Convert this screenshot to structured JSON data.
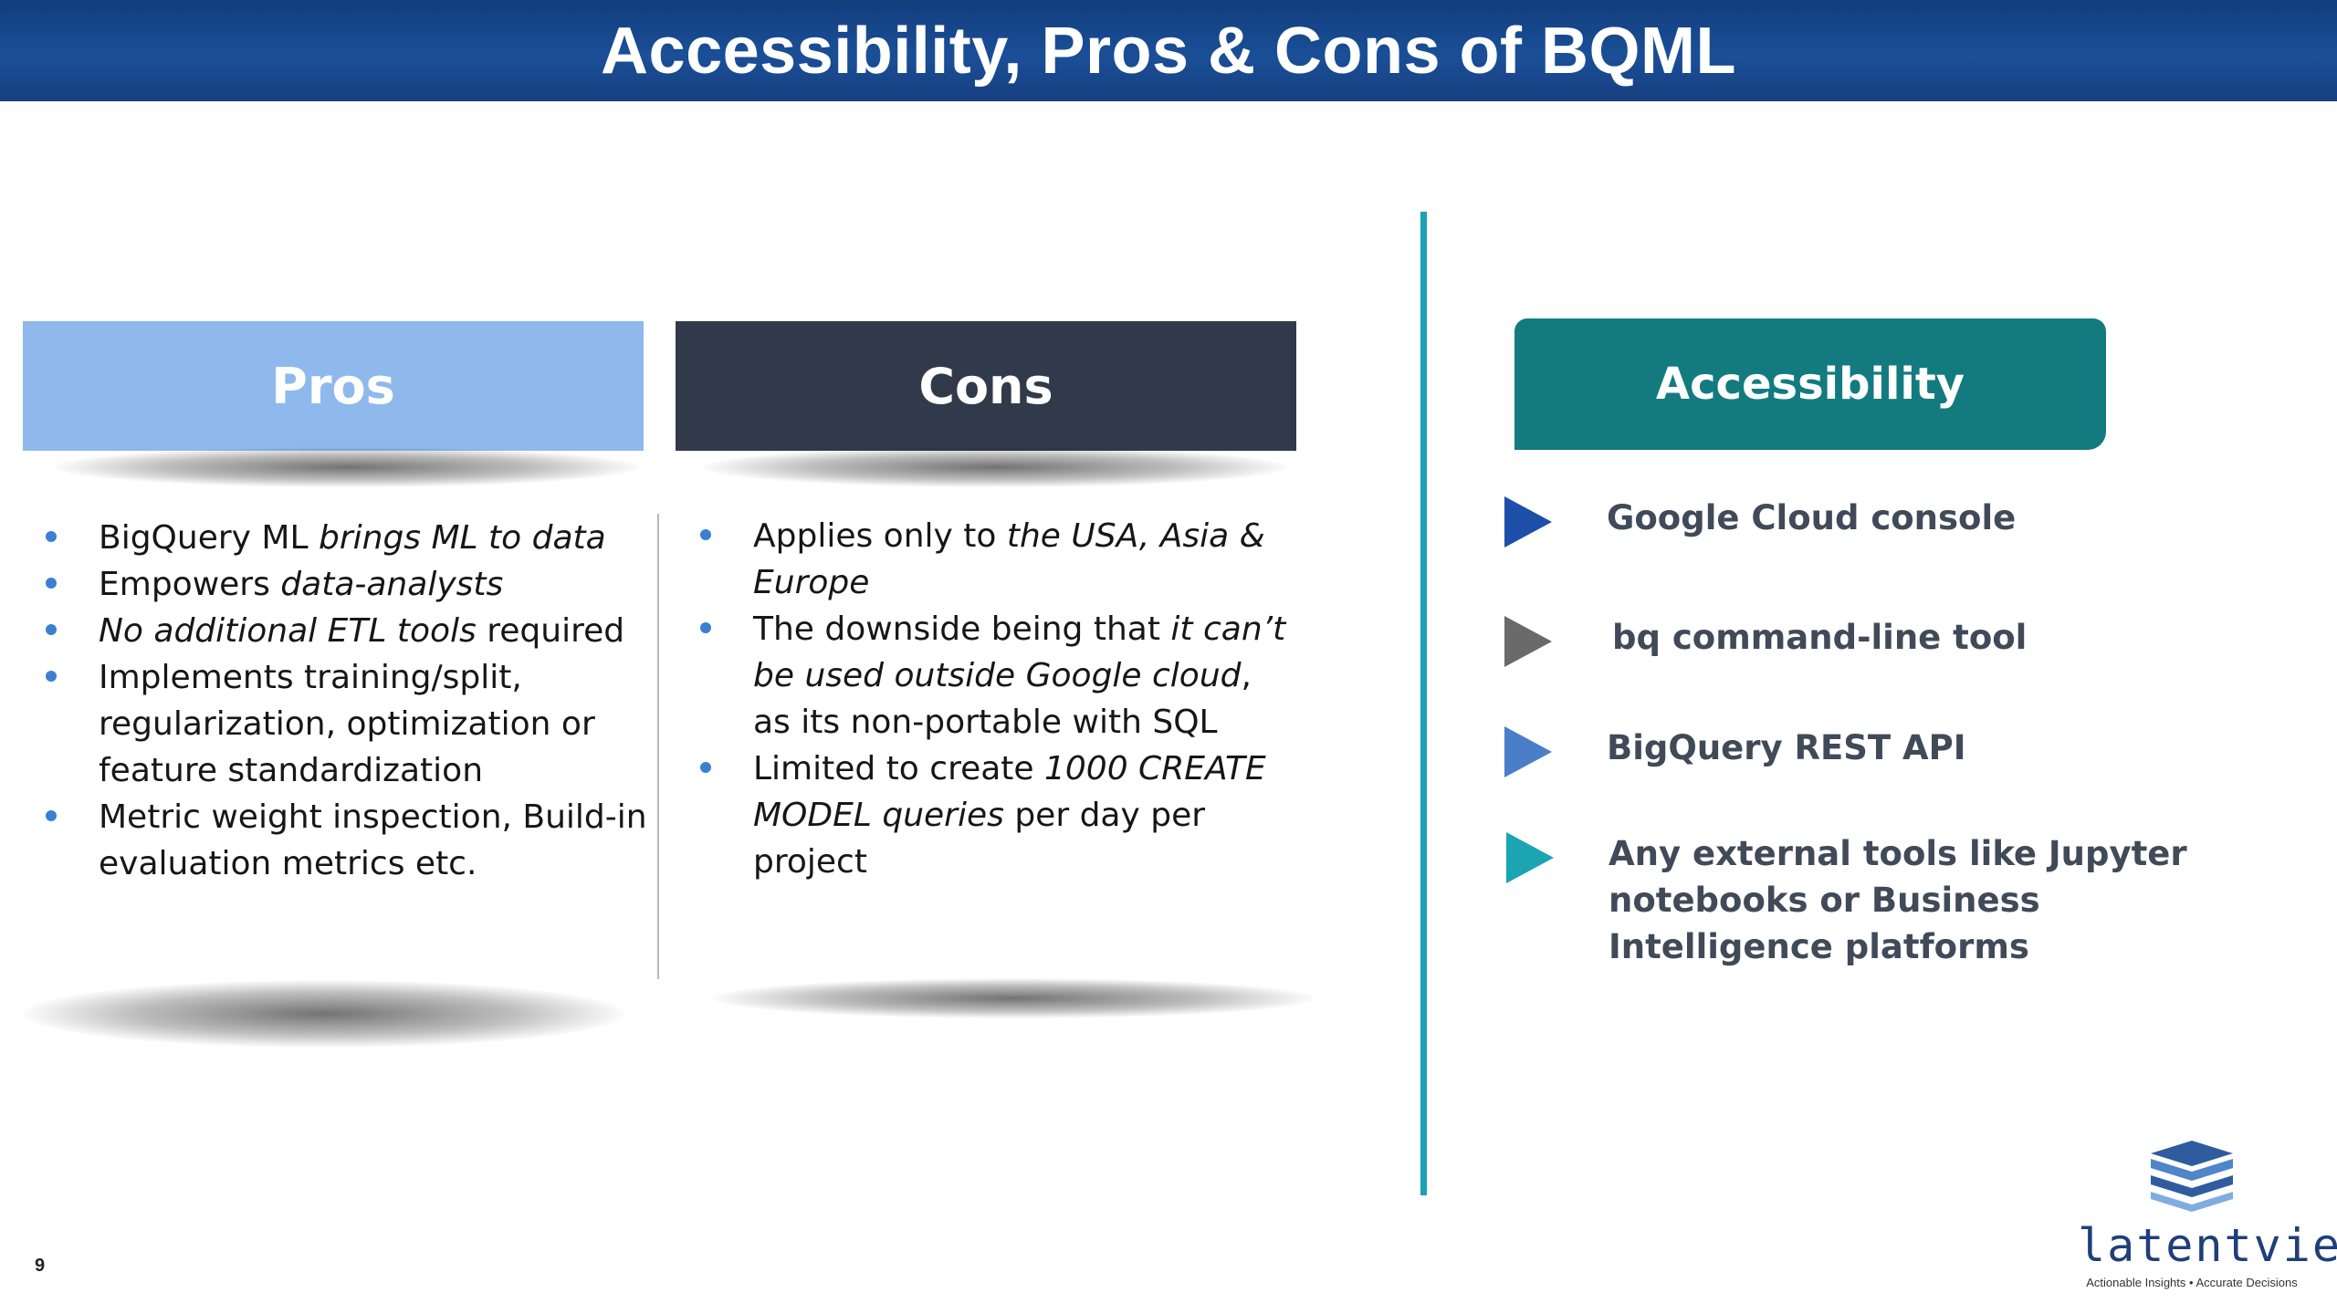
{
  "title": "Accessibility, Pros & Cons of BQML",
  "pros": {
    "header": "Pros",
    "items": [
      [
        {
          "t": "BigQuery ML "
        },
        {
          "t": "brings ML to data",
          "i": true
        }
      ],
      [
        {
          "t": "Empowers "
        },
        {
          "t": "data-analysts",
          "i": true
        }
      ],
      [
        {
          "t": "No additional ETL tools",
          "i": true
        },
        {
          "t": " required"
        }
      ],
      [
        {
          "t": "Implements training/split, regularization, optimization or feature standardization"
        }
      ],
      [
        {
          "t": "Metric weight inspection, Build-in evaluation metrics etc."
        }
      ]
    ]
  },
  "cons": {
    "header": "Cons",
    "items": [
      [
        {
          "t": "Applies only to "
        },
        {
          "t": "the USA, Asia & Europe",
          "i": true
        }
      ],
      [
        {
          "t": "The downside being that "
        },
        {
          "t": "it can’t be used outside Google cloud",
          "i": true
        },
        {
          "t": ", as its non-portable with SQL"
        }
      ],
      [
        {
          "t": "Limited to create "
        },
        {
          "t": "1000 CREATE MODEL queries",
          "i": true
        },
        {
          "t": " per day per project"
        }
      ]
    ]
  },
  "accessibility": {
    "header": "Accessibility",
    "items": [
      {
        "label": "Google Cloud console",
        "icon": "triangle-right-icon",
        "color": "#1d4fa8"
      },
      {
        "label": "bq command-line tool",
        "icon": "triangle-right-icon",
        "color": "#6a6a6a"
      },
      {
        "label": "BigQuery REST API",
        "icon": "triangle-right-icon",
        "color": "#4a7fc8"
      },
      {
        "label": "Any external tools like Jupyter notebooks or Business Intelligence platforms",
        "icon": "triangle-right-icon",
        "color": "#1ba5b3"
      }
    ]
  },
  "page_number": "9",
  "logo": {
    "name": "latentview",
    "tagline": "Actionable Insights • Accurate Decisions"
  },
  "colors": {
    "title_bar": "#1a4f97",
    "pros_header": "#8fb9ec",
    "cons_header": "#313a4b",
    "accessibility_header": "#137b80",
    "accent_line": "#1aa3b0"
  }
}
